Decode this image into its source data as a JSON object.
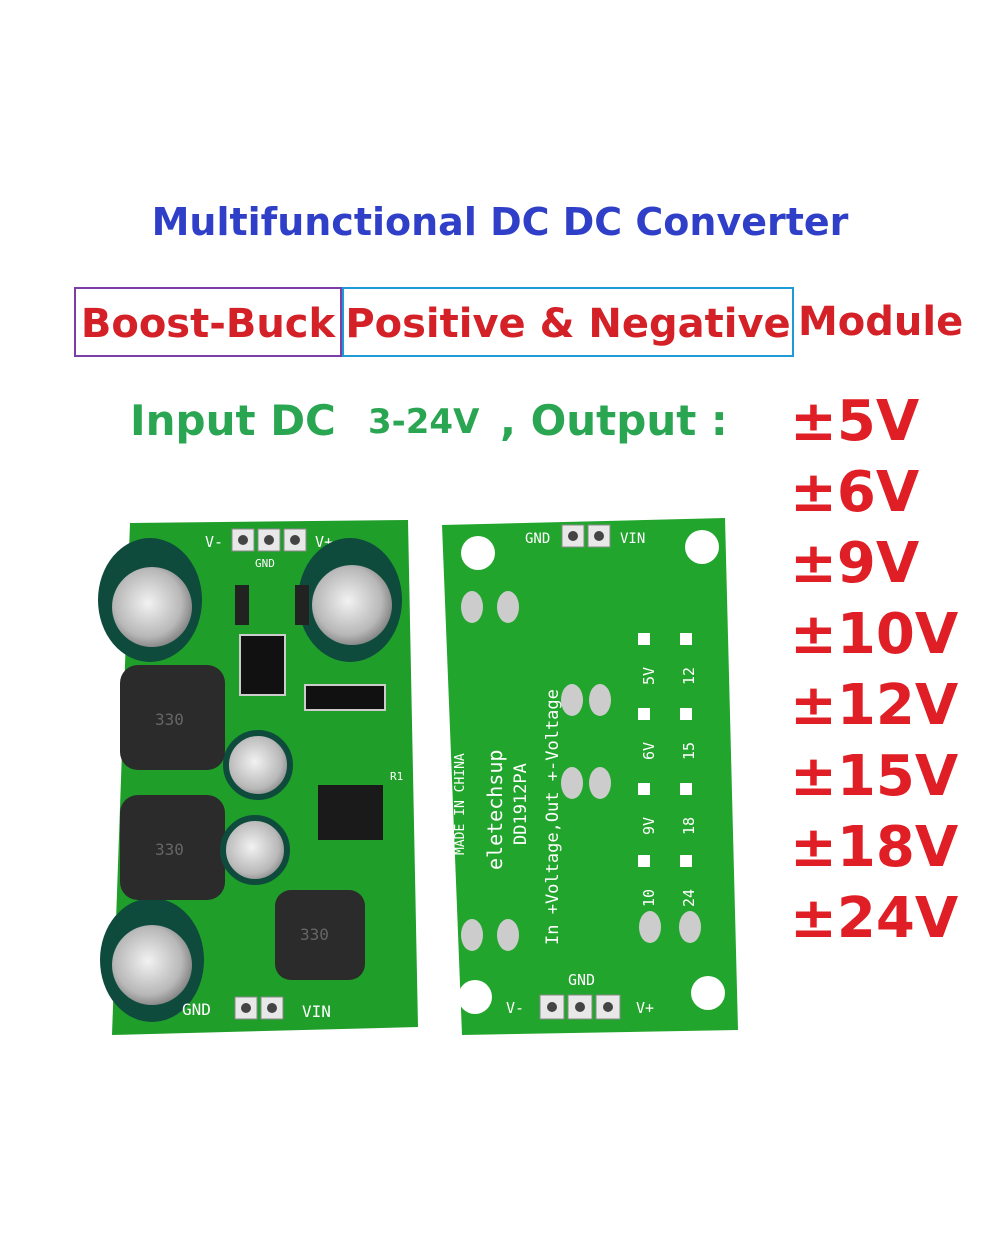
{
  "title": "Multifunctional DC DC Converter",
  "line2": {
    "part1": "Boost-Buck",
    "part2": "Positive & Negative",
    "part3": "Module"
  },
  "input": {
    "label": "Input DC",
    "range": "3-24V",
    "output": ", Output :"
  },
  "outputs": [
    "±5V",
    "±6V",
    "±9V",
    "±10V",
    "±12V",
    "±15V",
    "±18V",
    "±24V"
  ],
  "left_board": {
    "pins_top": [
      "V-",
      "GND",
      "V+"
    ],
    "pins_bottom": [
      "GND",
      "VIN"
    ],
    "inductor_1": "330",
    "inductor_2": "330",
    "inductor_3": "330",
    "label_r1": "R1"
  },
  "right_board": {
    "top_pins": [
      "GND",
      "VIN"
    ],
    "made_in": "MADE IN CHINA",
    "brand": "eletechsup",
    "model": "DD1912PA",
    "note": "In +Voltage,Out +-Voltage",
    "jumpers": [
      "5V",
      "12",
      "6V",
      "15",
      "9V",
      "18",
      "10",
      "24"
    ],
    "bottom_pins": [
      "V-",
      "GND",
      "V+"
    ]
  },
  "colors": {
    "title": "#2f3fc8",
    "red": "#d42127",
    "green": "#2aa552",
    "pcb": "#1f9e2a"
  }
}
